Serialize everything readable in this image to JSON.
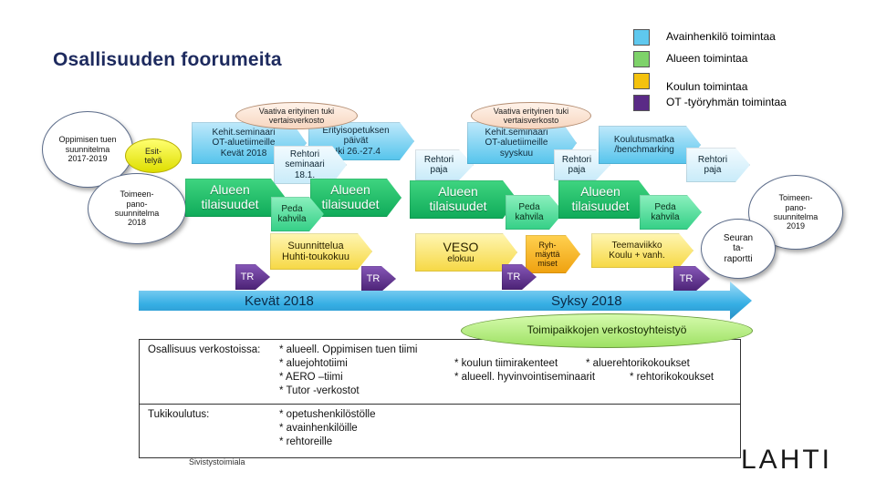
{
  "title": "Osallisuuden foorumeita",
  "legend": [
    {
      "label": "Avainhenkilö toimintaa",
      "color": "#5fc8ee"
    },
    {
      "label": "Alueen toimintaa",
      "color": "#7ed26a"
    },
    {
      "label": "Koulun toimintaa",
      "color": "#f4c20d"
    },
    {
      "label": "OT -työryhmän toimintaa",
      "color": "#5a2a86"
    }
  ],
  "ellipses": {
    "oppimisen": "Oppimisen tuen suunnitelma 2017-2019",
    "esittely": "Esit-telyä",
    "toimeenpano_2018": "Toimeen-pano-suunnitelma 2018",
    "vaativa_1": "Vaativa erityinen tuki vertaisverkosto",
    "vaativa_2": "Vaativa erityinen tuki vertaisverkosto",
    "toimeenpano_2019": "Toimeen-pano-suunnitelma 2019",
    "seuranta": "Seuran ta-raportti",
    "verkosto": "Toimipaikkojen verkostoyhteistyö"
  },
  "row1": {
    "kehit_1_l1": "Kehit.seminaari",
    "kehit_1_l2": "OT-aluetiimeille",
    "kehit_1_l3": "Kevät 2018",
    "erityis_l1": "Erityisopetuksen",
    "erityis_l2": "päivät",
    "erityis_l3": "Hki 26.-27.4",
    "rehtori_sem_l1": "Rehtori",
    "rehtori_sem_l2": "seminaari",
    "rehtori_sem_l3": "18.1.",
    "rehtori_paja_1_l1": "Rehtori",
    "rehtori_paja_1_l2": "paja",
    "kehit_2_l1": "Kehit.seminaari",
    "kehit_2_l2": "OT-aluetiimeille",
    "kehit_2_l3": "syyskuu",
    "rehtori_paja_2_l1": "Rehtori",
    "rehtori_paja_2_l2": "paja",
    "koulutusmatka_l1": "Koulutusmatka",
    "koulutusmatka_l2": "/benchmarking",
    "rehtori_paja_3_l1": "Rehtori",
    "rehtori_paja_3_l2": "paja"
  },
  "row2": {
    "alueen_1_l1": "Alueen",
    "alueen_1_l2": "tilaisuudet",
    "alueen_2_l1": "Alueen",
    "alueen_2_l2": "tilaisuudet",
    "alueen_3_l1": "Alueen",
    "alueen_3_l2": "tilaisuudet",
    "alueen_4_l1": "Alueen",
    "alueen_4_l2": "tilaisuudet",
    "peda_1_l1": "Peda",
    "peda_1_l2": "kahvila",
    "peda_2_l1": "Peda",
    "peda_2_l2": "kahvila",
    "peda_3_l1": "Peda",
    "peda_3_l2": "kahvila"
  },
  "row3": {
    "suunnittelua_l1": "Suunnittelua",
    "suunnittelua_l2": "Huhti-toukokuu",
    "veso_l1": "VESO",
    "veso_l2": "elokuu",
    "ryhma_l1": "Ryh-",
    "ryhma_l2": "mäyttä",
    "ryhma_l3": "miset",
    "teemaviikko_l1": "Teemaviikko",
    "teemaviikko_l2": "Koulu + vanh."
  },
  "tr_label": "TR",
  "timeline": {
    "spring": "Kevät 2018",
    "autumn": "Syksy 2018"
  },
  "table": {
    "networks_label": "Osallisuus verkostoissa:",
    "networks_col1": [
      "* alueell. Oppimisen tuen tiimi",
      "* aluejohtotiimi",
      "* AERO –tiimi",
      "* Tutor -verkostot"
    ],
    "networks_col2": [
      "* koulun tiimirakenteet",
      "* alueell. hyvinvointiseminaarit"
    ],
    "networks_col3": [
      "* aluerehtorikokoukset",
      "* rehtorikokoukset"
    ],
    "training_label": "Tukikoulutus:",
    "training_items": [
      "* opetushenkilöstölle",
      "* avainhenkilöille",
      "* rehtoreille"
    ]
  },
  "footer": "Sivistystoimiala",
  "logo": "LAHTI"
}
